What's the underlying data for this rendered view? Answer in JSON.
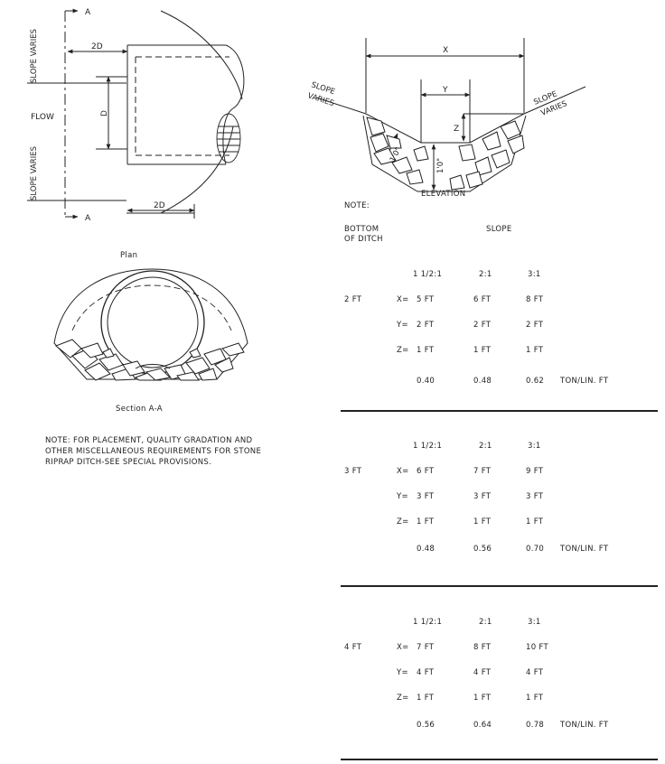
{
  "plan": {
    "section_marker": "A",
    "dim_2d": "2D",
    "dim_d": "D",
    "slope_varies": "SLOPE VARIES",
    "flow": "FLOW",
    "caption": "Plan"
  },
  "section": {
    "caption": "Section A-A"
  },
  "left_note": "NOTE:  FOR PLACEMENT, QUALITY GRADATION AND OTHER MISCELLANEOUS REQUIREMENTS FOR STONE RIPRAP DITCH-SEE SPECIAL PROVISIONS.",
  "elevation": {
    "dim_x": "X",
    "dim_y": "Y",
    "dim_z": "Z",
    "dim_1ft": "1'0\"",
    "slope_varies_1": "SLOPE",
    "slope_varies_2": "VARIES",
    "caption": "ELEVATION"
  },
  "table": {
    "note_label": "NOTE:",
    "bottom_header_1": "BOTTOM",
    "bottom_header_2": "OF DITCH",
    "slope_header": "SLOPE",
    "unit": "TON/LIN. FT",
    "groups": [
      {
        "bottom": "2 FT",
        "slopes": [
          "1 1/2:1",
          "2:1",
          "3:1"
        ],
        "x": {
          "label": "X=",
          "values": [
            "5 FT",
            "6 FT",
            "8 FT"
          ]
        },
        "y": {
          "label": "Y=",
          "values": [
            "2 FT",
            "2 FT",
            "2 FT"
          ]
        },
        "z": {
          "label": "Z=",
          "values": [
            "1 FT",
            "1 FT",
            "1 FT"
          ]
        },
        "tons": [
          "0.40",
          "0.48",
          "0.62"
        ]
      },
      {
        "bottom": "3 FT",
        "slopes": [
          "1 1/2:1",
          "2:1",
          "3:1"
        ],
        "x": {
          "label": "X=",
          "values": [
            "6 FT",
            "7 FT",
            "9 FT"
          ]
        },
        "y": {
          "label": "Y=",
          "values": [
            "3 FT",
            "3 FT",
            "3 FT"
          ]
        },
        "z": {
          "label": "Z=",
          "values": [
            "1 FT",
            "1 FT",
            "1 FT"
          ]
        },
        "tons": [
          "0.48",
          "0.56",
          "0.70"
        ]
      },
      {
        "bottom": "4 FT",
        "slopes": [
          "1 1/2:1",
          "2:1",
          "3:1"
        ],
        "x": {
          "label": "X=",
          "values": [
            "7 FT",
            "8 FT",
            "10 FT"
          ]
        },
        "y": {
          "label": "Y=",
          "values": [
            "4 FT",
            "4 FT",
            "4 FT"
          ]
        },
        "z": {
          "label": "Z=",
          "values": [
            "1 FT",
            "1 FT",
            "1 FT"
          ]
        },
        "tons": [
          "0.56",
          "0.64",
          "0.78"
        ]
      }
    ]
  }
}
